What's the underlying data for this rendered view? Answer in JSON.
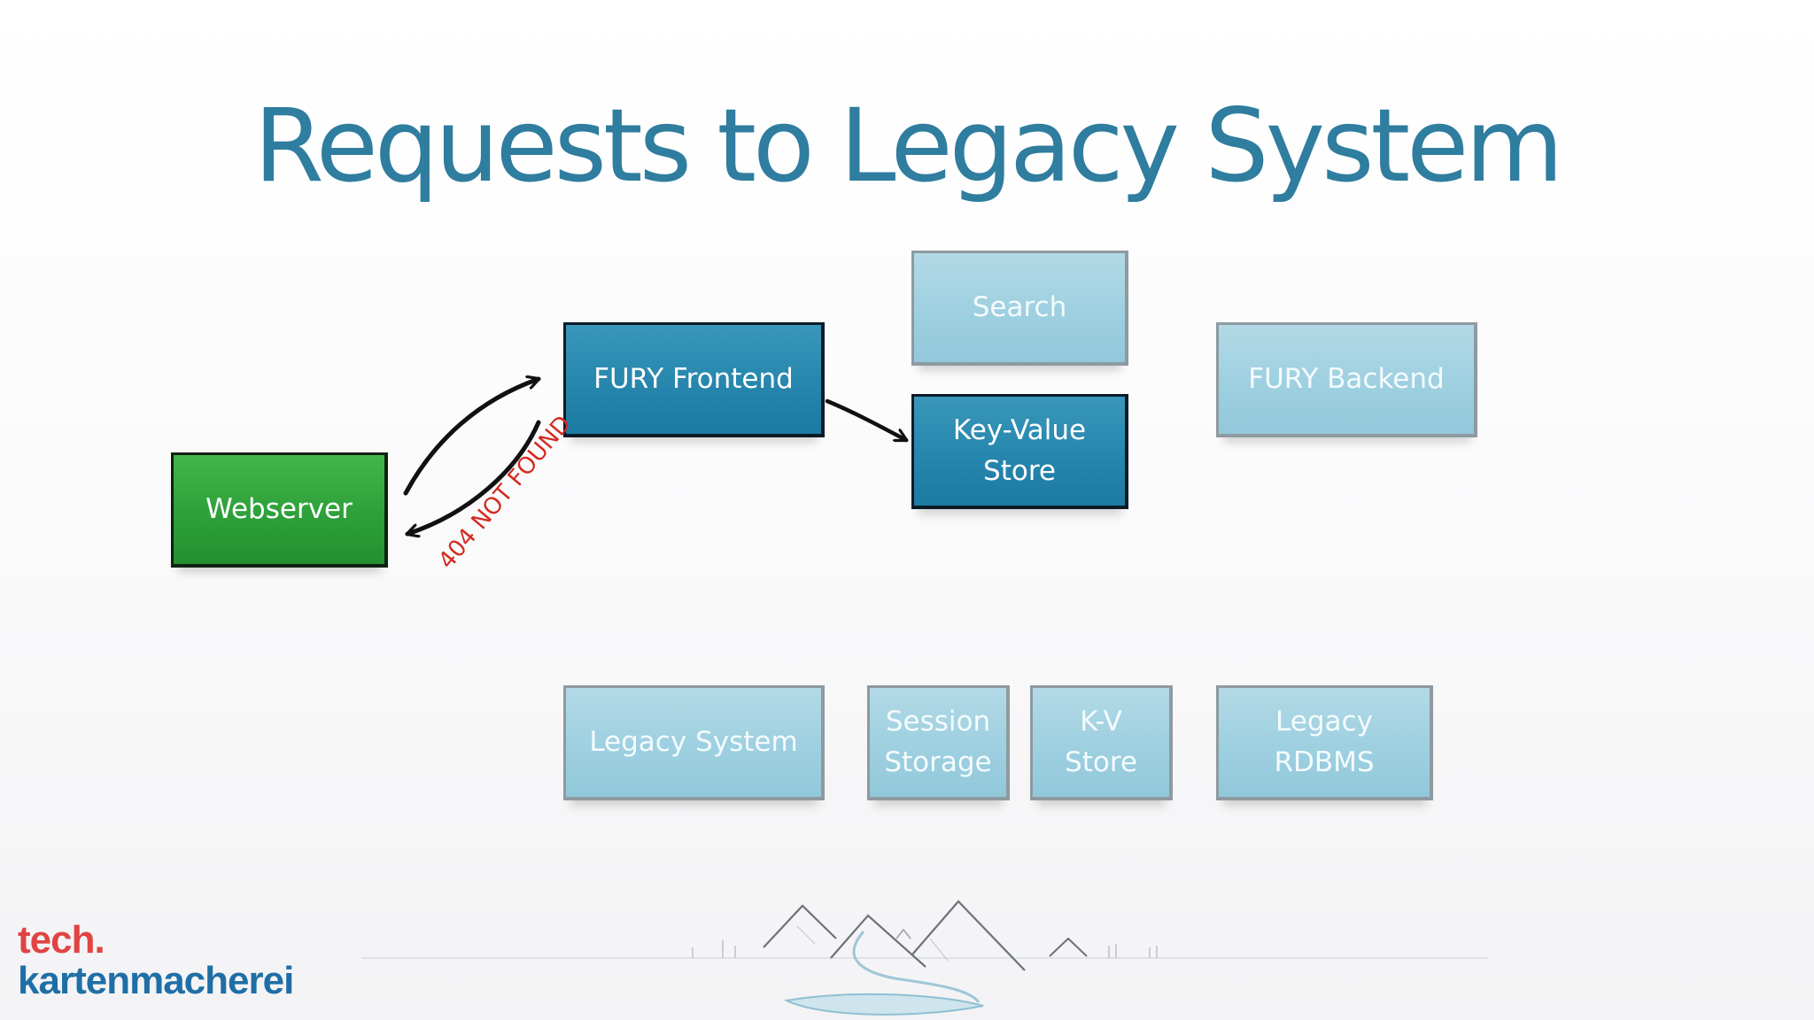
{
  "slide": {
    "title": "Requests to Legacy System"
  },
  "nodes": {
    "webserver": "Webserver",
    "fury_frontend": "FURY Frontend",
    "search": "Search",
    "key_value_store": "Key-Value\nStore",
    "fury_backend": "FURY Backend",
    "legacy_system": "Legacy System",
    "session_storage": "Session\nStorage",
    "kv_store": "K-V\nStore",
    "legacy_rdbms": "Legacy\nRDBMS"
  },
  "annotations": {
    "not_found": "404 NOT FOUND"
  },
  "logo": {
    "line1": "tech.",
    "line2": "kartenmacherei"
  },
  "colors": {
    "title": "#2f7d9f",
    "active_box": "#2686ad",
    "inactive_box": "#9ccfe0",
    "webserver_box": "#2ea03a",
    "annotation": "#d42a20",
    "logo_red": "#e04443",
    "logo_blue": "#1f6fa6"
  }
}
